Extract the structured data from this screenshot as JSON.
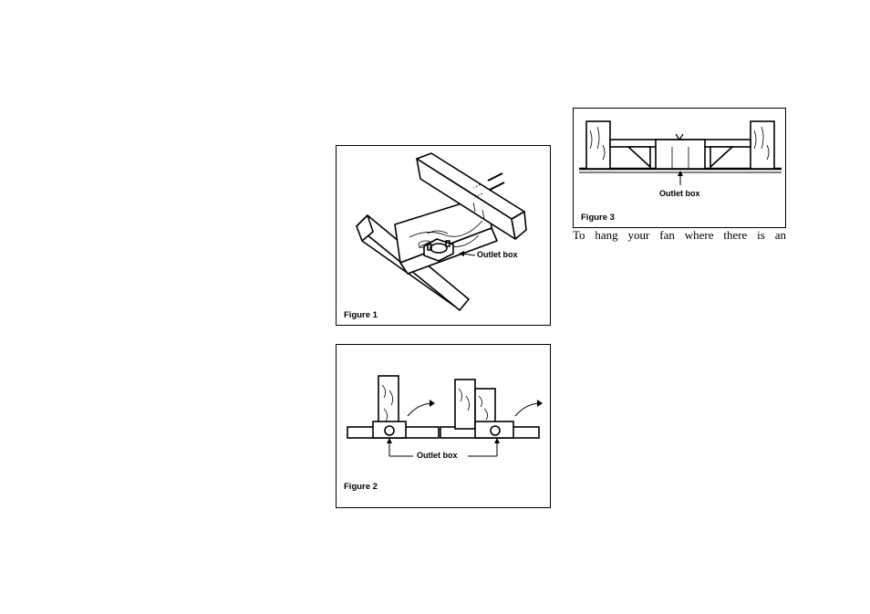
{
  "figure1": {
    "caption": "Figure 1",
    "label": "Outlet box"
  },
  "figure2": {
    "caption": "Figure 2",
    "label": "Outlet box"
  },
  "figure3": {
    "caption": "Figure 3",
    "label": "Outlet box"
  },
  "body_text": "To hang your fan where there is an"
}
